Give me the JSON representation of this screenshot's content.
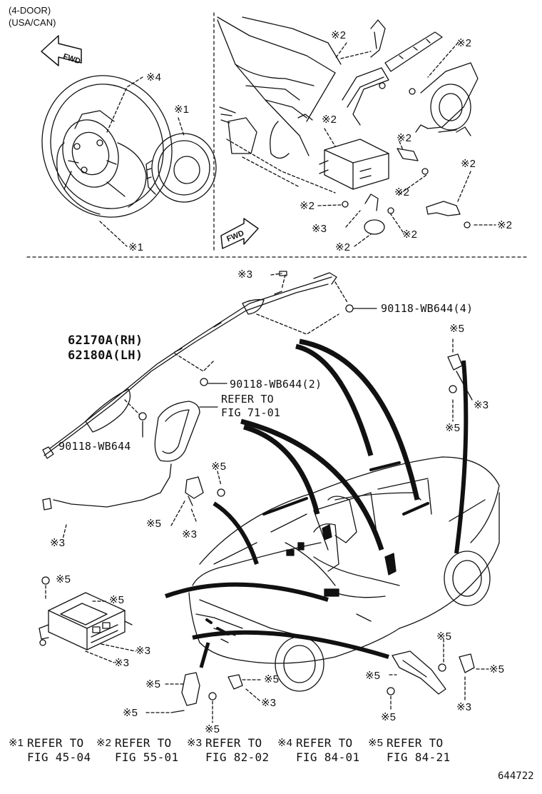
{
  "header": {
    "line1": "(4-DOOR)",
    "line2": "(USA/CAN)"
  },
  "fwd_label": "FWD",
  "marks": {
    "m1": "※1",
    "m2": "※2",
    "m3": "※3",
    "m4": "※4",
    "m5": "※5"
  },
  "parts": {
    "airbag_rh": "62170A(RH)",
    "airbag_lh": "62180A(LH)",
    "bolt_4": "90118-WB644(4)",
    "bolt_2": "90118-WB644(2)",
    "bolt_1": "90118-WB644",
    "refer_line1": "REFER TO",
    "refer_line2": "FIG 71-01"
  },
  "legend": [
    {
      "mark": "※1",
      "line1": "REFER TO",
      "line2": "FIG 45-04"
    },
    {
      "mark": "※2",
      "line1": "REFER TO",
      "line2": "FIG 55-01"
    },
    {
      "mark": "※3",
      "line1": "REFER TO",
      "line2": "FIG 82-02"
    },
    {
      "mark": "※4",
      "line1": "REFER TO",
      "line2": "FIG 84-01"
    },
    {
      "mark": "※5",
      "line1": "REFER TO",
      "line2": "FIG 84-21"
    }
  ],
  "diagram_id": "644722"
}
